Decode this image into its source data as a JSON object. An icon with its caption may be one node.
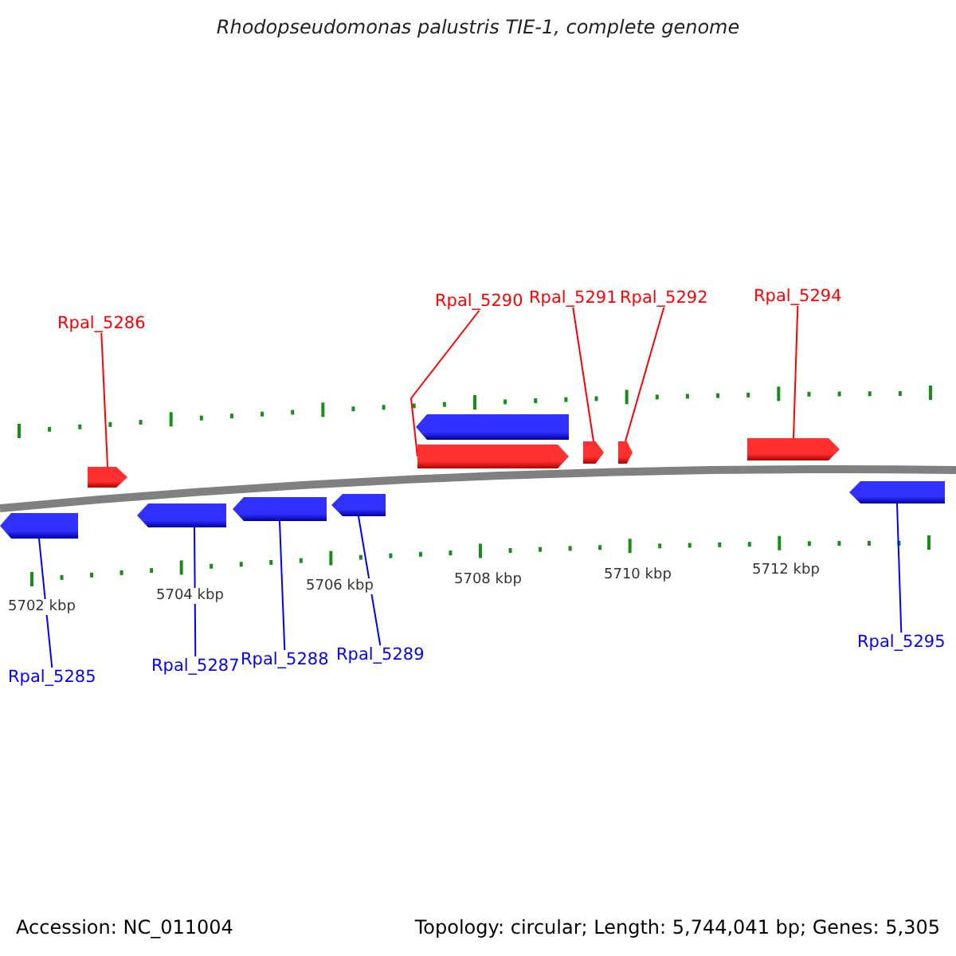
{
  "diagram": {
    "title": "Rhodopseudomonas palustris TIE-1, complete genome",
    "nodes": [
      {
        "text": [
          "Rpal_5286"
        ]
      },
      {
        "text": [
          "Rpal_5290"
        ]
      },
      {
        "text": [
          "Rpal_5291"
        ]
      },
      {
        "text": [
          "Rpal_5292"
        ]
      },
      {
        "text": [
          "Rpal_5294"
        ]
      },
      {
        "text": [
          "Rpal_5285"
        ]
      },
      {
        "text": [
          "Rpal_5287"
        ]
      },
      {
        "text": [
          "Rpal_5288"
        ]
      },
      {
        "text": [
          "Rpal_5289"
        ]
      },
      {
        "text": [
          "Rpal_5295"
        ]
      },
      {
        "text": [],
        "shape": "arrow"
      },
      {
        "text": [],
        "shape": "arrow"
      },
      {
        "text": [],
        "shape": "arrow"
      },
      {
        "text": [],
        "shape": "arrow"
      },
      {
        "text": [],
        "shape": "arrow"
      },
      {
        "text": [],
        "shape": "arrow"
      },
      {
        "text": [],
        "shape": "arrow"
      },
      {
        "text": [],
        "shape": "arrow"
      },
      {
        "text": [],
        "shape": "arrow"
      },
      {
        "text": [],
        "shape": "arrow"
      },
      {
        "text": [],
        "shape": "arrow"
      }
    ],
    "edges": [
      {
        "from": 0,
        "to": 11,
        "arrow": "none",
        "color": "#ff0000"
      },
      {
        "from": 1,
        "to": 16,
        "arrow": "none",
        "color": "#ff0000"
      },
      {
        "from": 2,
        "to": 17,
        "arrow": "none",
        "color": "#ff0000"
      },
      {
        "from": 3,
        "to": 18,
        "arrow": "none",
        "color": "#ff0000"
      },
      {
        "from": 4,
        "to": 19,
        "arrow": "none",
        "color": "#ff0000"
      },
      {
        "from": 5,
        "to": 10,
        "arrow": "none",
        "color": "#0000ff"
      },
      {
        "from": 6,
        "to": 12,
        "arrow": "none",
        "color": "#0000ff"
      },
      {
        "from": 7,
        "to": 13,
        "arrow": "none",
        "color": "#0000ff"
      },
      {
        "from": 8,
        "to": 14,
        "arrow": "none",
        "color": "#0000ff"
      },
      {
        "from": 9,
        "to": 20,
        "arrow": "none",
        "color": "#0000ff"
      }
    ],
    "labels": [
      "5702 kbp",
      "5704 kbp",
      "5706 kbp",
      "5708 kbp",
      "5710 kbp",
      "5712 kbp",
      "Accession: NC_011004",
      "Topology: circular; Length: 5,744,041 bp; Genes: 5,305"
    ]
  }
}
